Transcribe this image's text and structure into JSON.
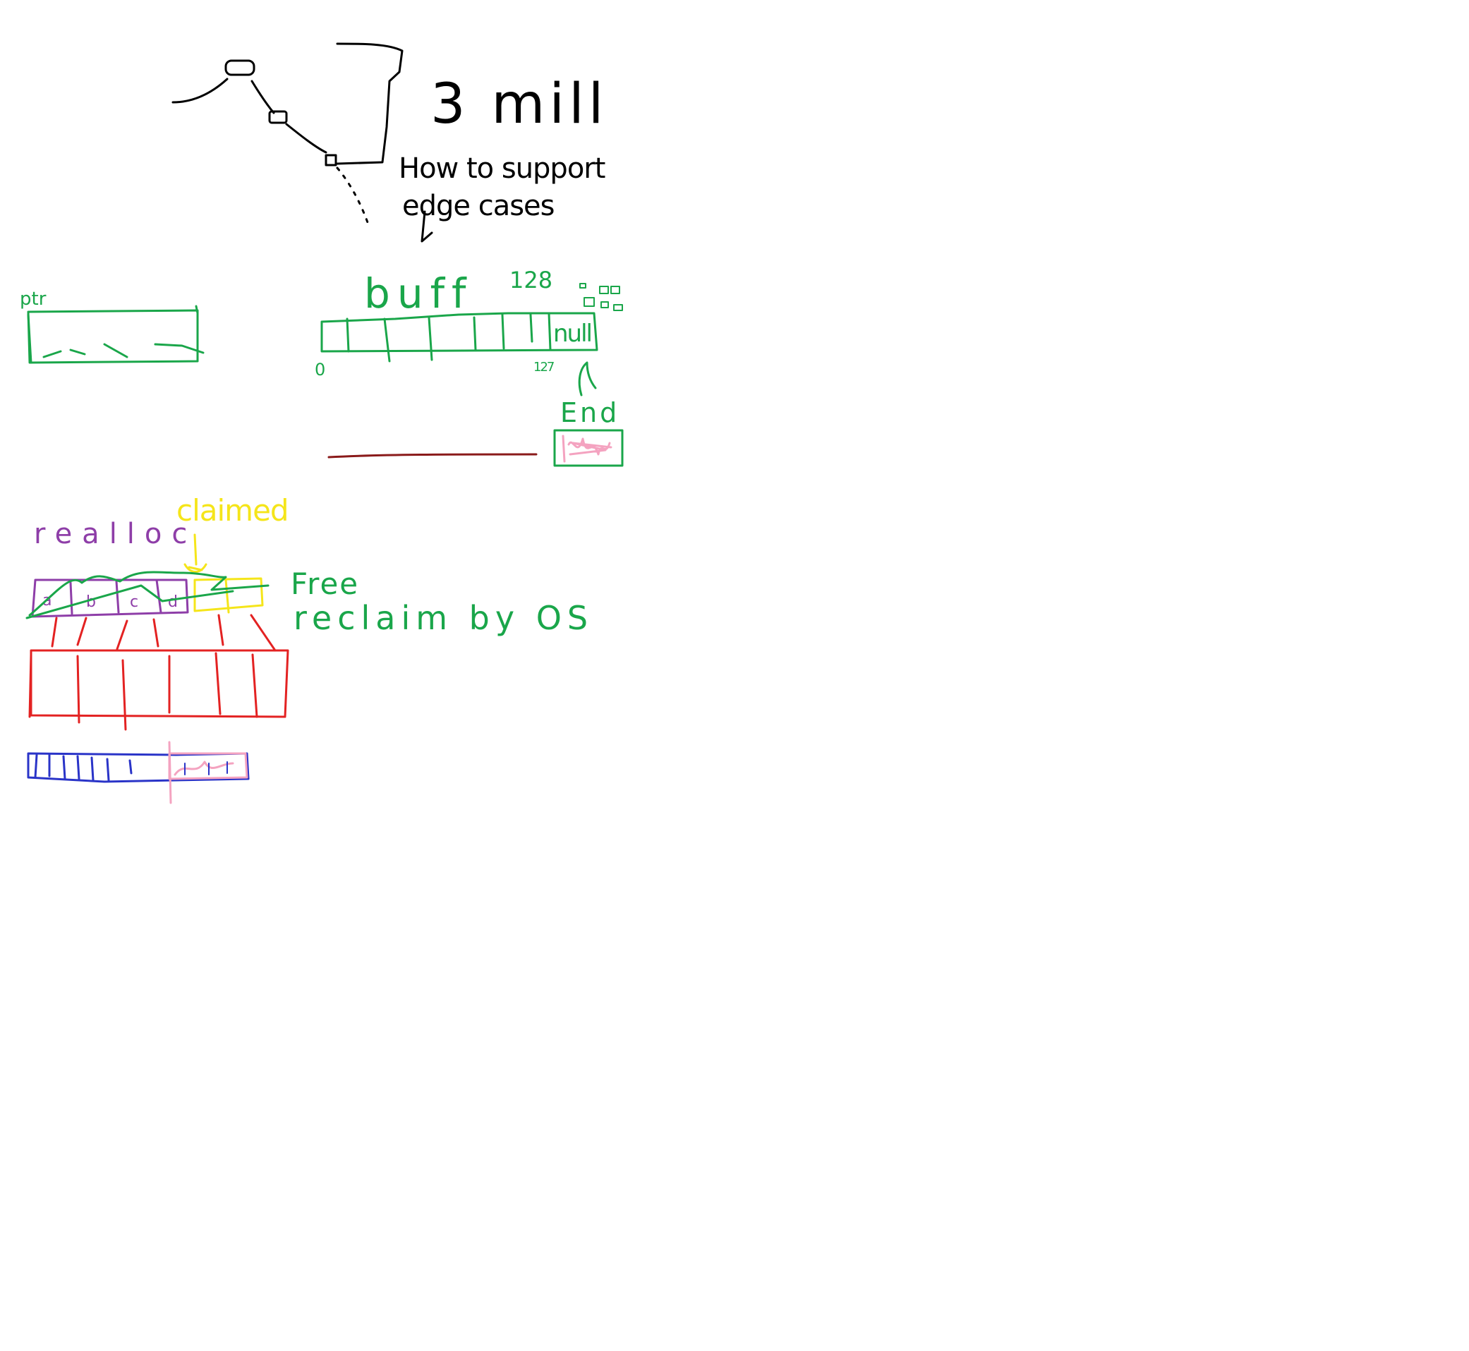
{
  "colors": {
    "black": "#000000",
    "green": "#1aa64a",
    "purple": "#8e3ea8",
    "yellow": "#f5e51a",
    "red": "#e32222",
    "blue": "#2a34c8",
    "pink": "#f4a3c0",
    "darkred": "#8a1a1a"
  },
  "tree_note": {
    "count": "3 mill",
    "question_line1": "How to support",
    "question_line2": "edge cases"
  },
  "buffer": {
    "top_left_label": "ptr",
    "label": "buff",
    "size": "128",
    "start_index": "0",
    "end_index": "127",
    "last_cell": "null",
    "end_label": "End"
  },
  "memory": {
    "realloc_label": "realloc",
    "claimed_label": "claimed",
    "cell_letters": [
      "a",
      "b",
      "c",
      "d"
    ],
    "free_label": "Free",
    "reclaim_label": "reclaim by OS"
  }
}
